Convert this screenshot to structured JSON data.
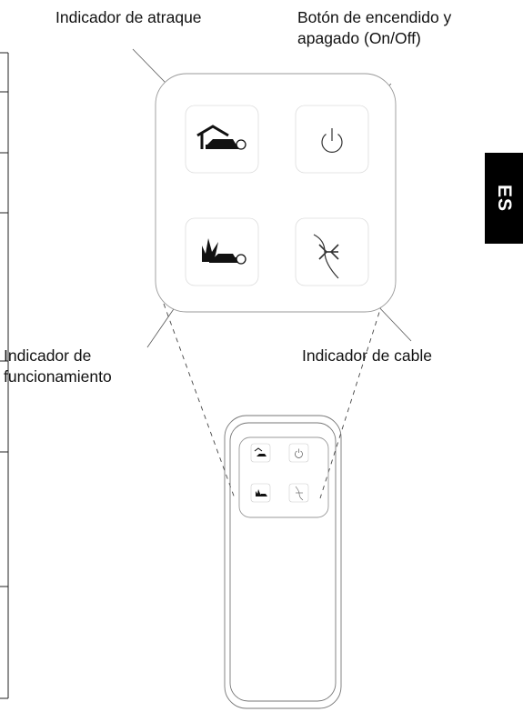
{
  "labels": {
    "dock_indicator": "Indicador de atraque",
    "power_button_line1": "Botón de encendido y",
    "power_button_line2": "apagado (On/Off)",
    "run_indicator_line1": "Indicador de",
    "run_indicator_line2": "funcionamiento",
    "wire_indicator": "Indicador de cable"
  },
  "language_tab": "ES",
  "icons": {
    "dock": "mower-in-dock-icon",
    "power": "power-icon",
    "run": "mower-on-grass-icon",
    "wire": "boundary-wire-icon"
  }
}
